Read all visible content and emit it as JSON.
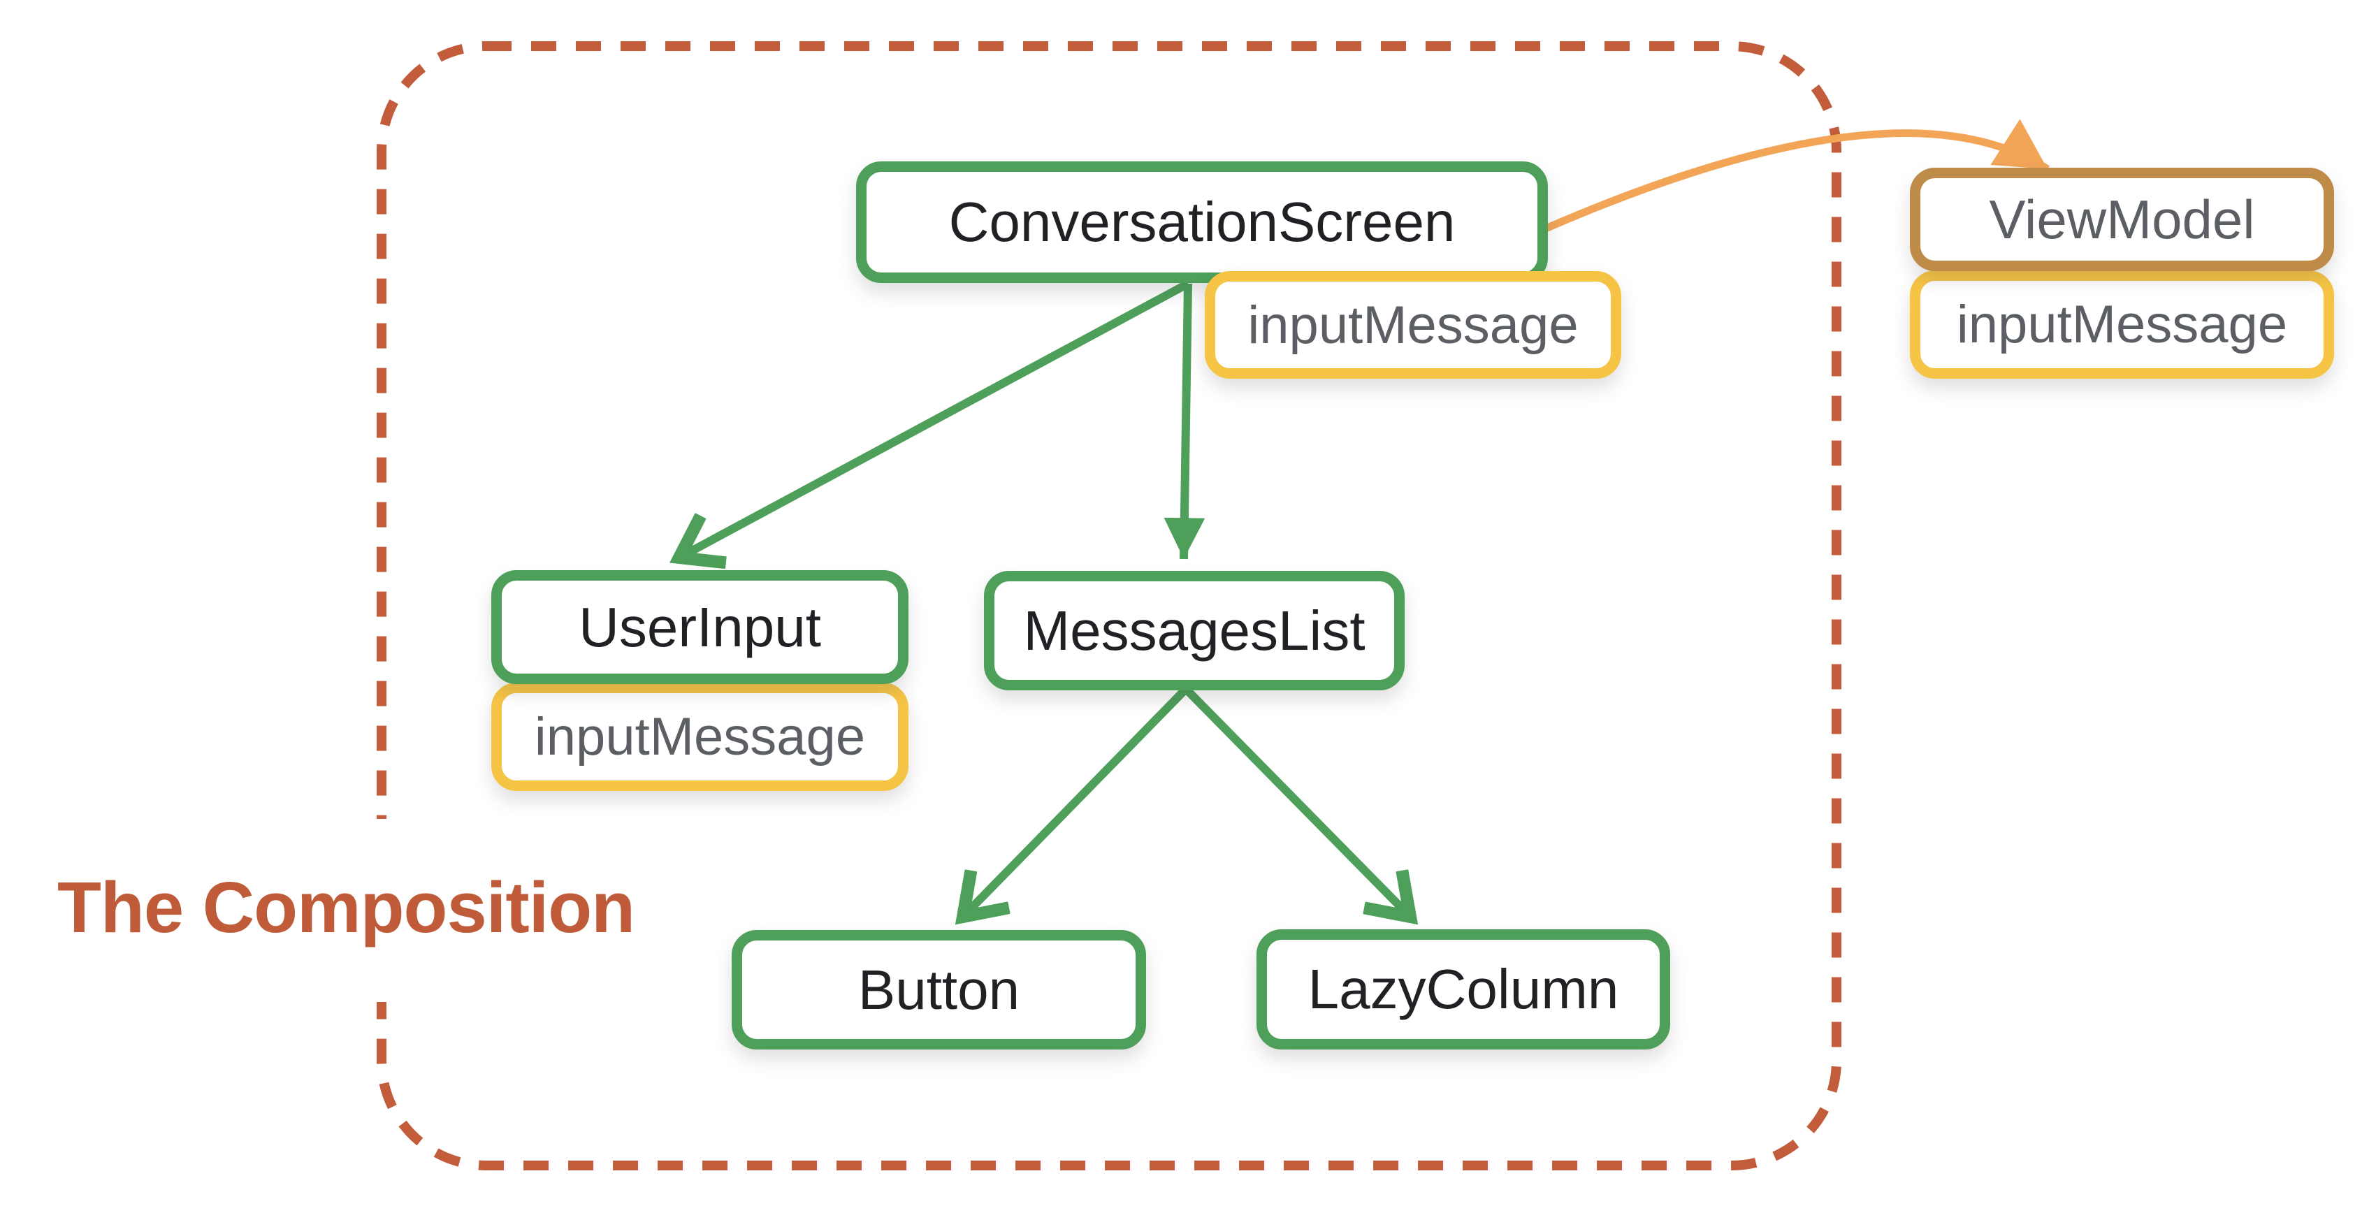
{
  "title": {
    "text": "The Composition"
  },
  "nodes": {
    "conversation_screen": {
      "label": "ConversationScreen",
      "kind": "composable"
    },
    "conversation_state": {
      "label": "inputMessage",
      "kind": "state"
    },
    "user_input": {
      "label": "UserInput",
      "kind": "composable"
    },
    "user_input_state": {
      "label": "inputMessage",
      "kind": "state"
    },
    "messages_list": {
      "label": "MessagesList",
      "kind": "composable"
    },
    "button": {
      "label": "Button",
      "kind": "composable"
    },
    "lazy_column": {
      "label": "LazyColumn",
      "kind": "composable"
    },
    "view_model": {
      "label": "ViewModel",
      "kind": "viewmodel"
    },
    "view_model_state": {
      "label": "inputMessage",
      "kind": "state"
    }
  },
  "edges": [
    {
      "from": "ConversationScreen",
      "to": "UserInput",
      "style": "green-line-arrow"
    },
    {
      "from": "ConversationScreen",
      "to": "MessagesList",
      "style": "green-line-arrow"
    },
    {
      "from": "MessagesList",
      "to": "Button",
      "style": "green-line-arrow"
    },
    {
      "from": "MessagesList",
      "to": "LazyColumn",
      "style": "green-line-arrow"
    },
    {
      "from": "ConversationScreen",
      "to": "ViewModel",
      "style": "orange-curved-arrow"
    }
  ],
  "boundary": {
    "style": "dashed-rounded-rect",
    "label": "The Composition"
  },
  "colors": {
    "composable_border": "#4D9F59",
    "state_border": "#F6C445",
    "viewmodel_border": "#BE8C48",
    "boundary_dash": "#C25C3A",
    "title_text": "#BF5B38",
    "orange_arrow": "#F2A557",
    "dark_text": "#1f2124",
    "gray_text": "#5b5e63"
  }
}
